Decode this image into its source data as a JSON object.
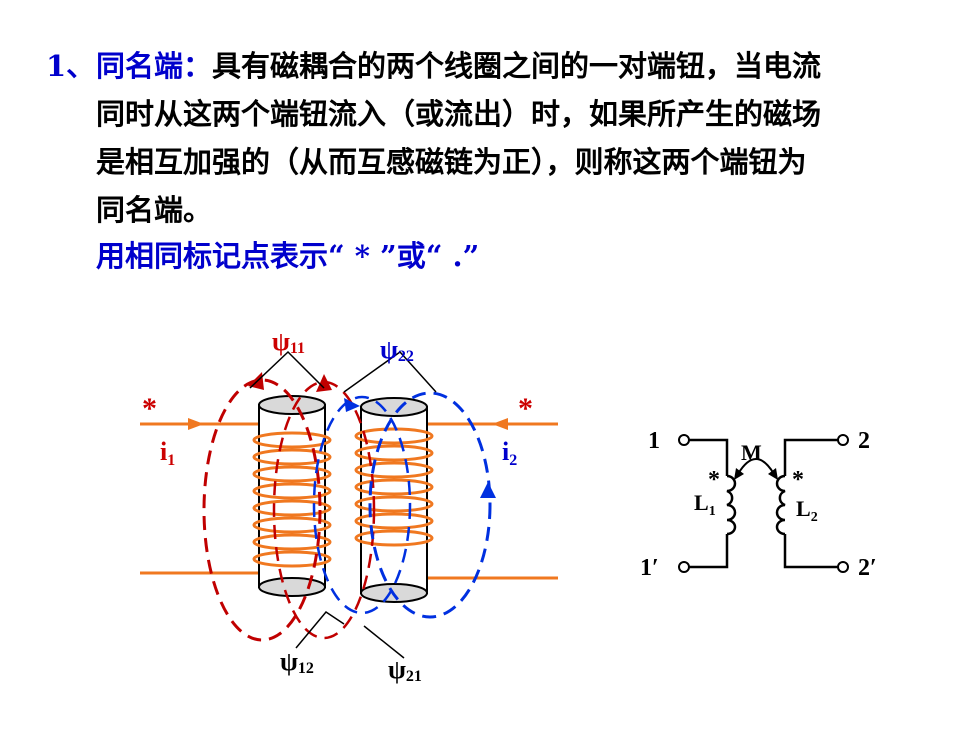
{
  "definition": {
    "number": "1、",
    "term": "同名端",
    "colon": "：",
    "line1_rest": "具有磁耦合的两个线圈之间的一对端钮，当电流",
    "line2": "同时从这两个端钮流入（或流出）时，如果所产生的磁场",
    "line3": "是相互加强的（从而互感磁链为正），则称这两个端钮为",
    "line4": "同名端。"
  },
  "notation_line": "用相同标记点表示“ * ”或“ .”",
  "diagram": {
    "star_left": "*",
    "star_right": "*",
    "psi_symbol": "ψ",
    "psi11_sub": "11",
    "psi22_sub": "22",
    "psi12_sub": "12",
    "psi21_sub": "21",
    "current1": "i",
    "current1_sub": "1",
    "current2": "i",
    "current2_sub": "2",
    "colors": {
      "wire": "#f07820",
      "flux1": "#c00000",
      "flux2": "#0030e0",
      "coil_body": "#d9d9d9",
      "accent_text": "#0000cc",
      "red_text": "#cc0000"
    }
  },
  "circuit": {
    "terminal1": "1",
    "terminal1p": "1′",
    "terminal2": "2",
    "terminal2p": "2′",
    "mutual": "M",
    "star": "*",
    "L": "L",
    "L1_sub": "1",
    "L2_sub": "2"
  }
}
